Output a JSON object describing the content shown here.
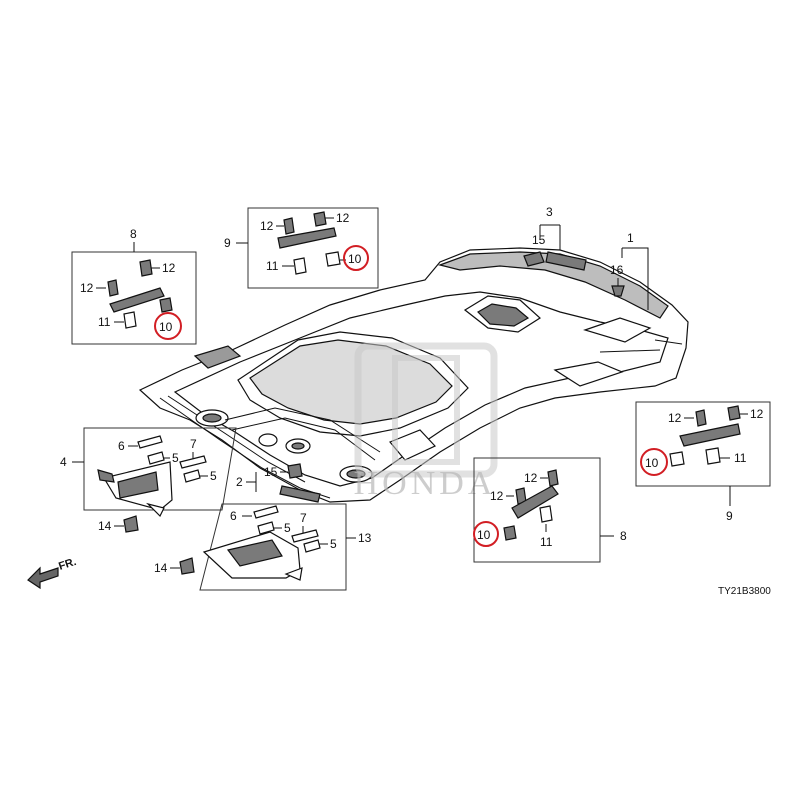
{
  "diagram": {
    "code": "TY21B3800",
    "front_marker": "FR.",
    "watermark": "HONDA",
    "highlight_color": "#d21e24",
    "labels": [
      {
        "id": "l1",
        "text": "1"
      },
      {
        "id": "l16",
        "text": "16"
      },
      {
        "id": "l3",
        "text": "3"
      },
      {
        "id": "l15a",
        "text": "15"
      },
      {
        "id": "l9a",
        "text": "9"
      },
      {
        "id": "l12a",
        "text": "12"
      },
      {
        "id": "l12b",
        "text": "12"
      },
      {
        "id": "l11a",
        "text": "11"
      },
      {
        "id": "l10a",
        "text": "10"
      },
      {
        "id": "l8a",
        "text": "8"
      },
      {
        "id": "l12c",
        "text": "12"
      },
      {
        "id": "l12d",
        "text": "12"
      },
      {
        "id": "l11b",
        "text": "11"
      },
      {
        "id": "l10b",
        "text": "10"
      },
      {
        "id": "l4",
        "text": "4"
      },
      {
        "id": "l6a",
        "text": "6"
      },
      {
        "id": "l7a",
        "text": "7"
      },
      {
        "id": "l5a",
        "text": "5"
      },
      {
        "id": "l5b",
        "text": "5"
      },
      {
        "id": "l14a",
        "text": "14"
      },
      {
        "id": "l2",
        "text": "2"
      },
      {
        "id": "l15b",
        "text": "15"
      },
      {
        "id": "l13",
        "text": "13"
      },
      {
        "id": "l6b",
        "text": "6"
      },
      {
        "id": "l7b",
        "text": "7"
      },
      {
        "id": "l5c",
        "text": "5"
      },
      {
        "id": "l5d",
        "text": "5"
      },
      {
        "id": "l14b",
        "text": "14"
      },
      {
        "id": "l12e",
        "text": "12"
      },
      {
        "id": "l12f",
        "text": "12"
      },
      {
        "id": "l10c",
        "text": "10"
      },
      {
        "id": "l11c",
        "text": "11"
      },
      {
        "id": "l8b",
        "text": "8"
      },
      {
        "id": "l12g",
        "text": "12"
      },
      {
        "id": "l12h",
        "text": "12"
      },
      {
        "id": "l10d",
        "text": "10"
      },
      {
        "id": "l11d",
        "text": "11"
      },
      {
        "id": "l9b",
        "text": "9"
      }
    ]
  }
}
